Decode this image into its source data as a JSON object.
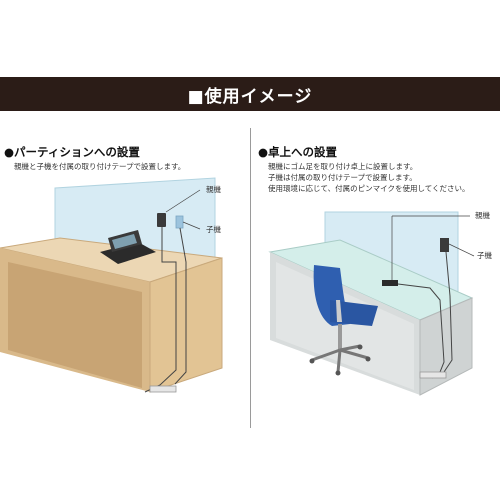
{
  "banner": {
    "title": "■使用イメージ"
  },
  "left": {
    "title": "●パーティションへの設置",
    "lines": [
      "親機と子機を付属の取り付けテープで設置します。"
    ],
    "labels": {
      "parent": "親機",
      "child": "子機"
    }
  },
  "right": {
    "title": "●卓上への設置",
    "lines": [
      "親機にゴム足を取り付け卓上に設置します。",
      "子機は付属の取り付けテープで設置します。",
      "使用環境に応じて、付属のピンマイクを使用してください。"
    ],
    "labels": {
      "parent": "親機",
      "child": "子機"
    }
  }
}
